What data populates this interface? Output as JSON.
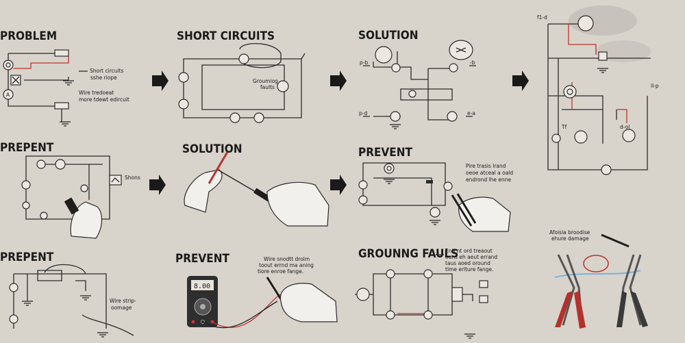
{
  "panels": {
    "problem": {
      "title": "PROBLEM",
      "note1": "Short circuits",
      "note2": "sshe riope",
      "note3": "Wire tredoeat",
      "note4": "more tdewt edircuit",
      "label_a": "A"
    },
    "short_circuits": {
      "title": "SHORT CIRCUITS",
      "note1": "Groumiog",
      "note2": "faults"
    },
    "solution_top": {
      "title": "SOLUTION",
      "pin1": "p-b",
      "pin2": "p-d",
      "pin3": "-b",
      "pin4": "e-a"
    },
    "prepent_1": {
      "title": "PREPENT",
      "note1": "Shons"
    },
    "solution_mid": {
      "title": "SOLUTION"
    },
    "prevent_mid": {
      "title": "PREVENT",
      "note1": "Pire trasis lrand",
      "note2": "oeoe atceal a oald",
      "note3": "endrond lhe enne"
    },
    "prepent_2": {
      "title": "PREPENT",
      "note1": "Wire strip-",
      "note2": "oomage"
    },
    "prevent_bottom": {
      "title": "PREVENT",
      "note1": "Wire snodtt drolm",
      "note2": "toout errnd ma aning",
      "note3": "tiore enroe fange.",
      "display": "8.00"
    },
    "grounng_fauls": {
      "title": "GROUNNG FAULS",
      "note1": "Enh nt ord treaout",
      "note2": "ouns eh aeut errand",
      "note3": "taus aoed oround",
      "note4": "tlme erlture fange."
    },
    "right_diagram": {
      "top_tag": "f1-d",
      "side_tag": "ll-p",
      "mid_tag1": "Tf",
      "mid_tag2": "d-ol"
    },
    "pliers": {
      "note1": "Afoisla broodise",
      "note2": "ehure damage"
    }
  },
  "colors": {
    "background": "#d8d3cb",
    "wire": "#2b2b2b",
    "red_wire": "#b8342e",
    "plier_red": "#b5312b",
    "plier_black": "#3a3a3a"
  },
  "icons": [
    "arrow-right-icon",
    "multimeter-icon",
    "pliers-icon",
    "screwdriver-icon",
    "ground-icon"
  ]
}
